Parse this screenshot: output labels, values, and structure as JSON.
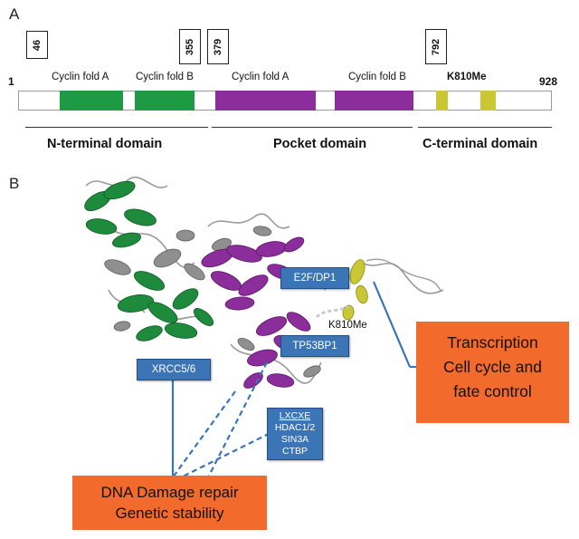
{
  "panelA": {
    "letter": "A",
    "start": "1",
    "end": "928",
    "positions": [
      "46",
      "355",
      "379",
      "792"
    ],
    "fold_labels": [
      "Cyclin fold A",
      "Cyclin fold B",
      "Cyclin fold A",
      "Cyclin fold B"
    ],
    "modification": "K810Me",
    "domains": [
      "N-terminal domain",
      "Pocket domain",
      "C-terminal domain"
    ],
    "colors": {
      "n_terminal": "#1e9a45",
      "pocket": "#8b2d9b",
      "c_terminal": "#c9c834"
    }
  },
  "panelB": {
    "letter": "B",
    "site_label": "K810Me",
    "binding_partners": {
      "e2f": "E2F/DP1",
      "tp53bp1": "TP53BP1",
      "xrcc": "XRCC5/6",
      "lxcxe": [
        "LXCXE",
        "HDAC1/2",
        "SIN3A",
        "CTBP"
      ]
    },
    "functions": {
      "transcription": [
        "Transcription",
        "Cell cycle and",
        "fate control"
      ],
      "dna_repair": [
        "DNA Damage repair",
        "Genetic stability"
      ]
    },
    "colors": {
      "partner_box": "#3b75b6",
      "function_box": "#f26a2c",
      "connector": "#3b75b6"
    }
  }
}
